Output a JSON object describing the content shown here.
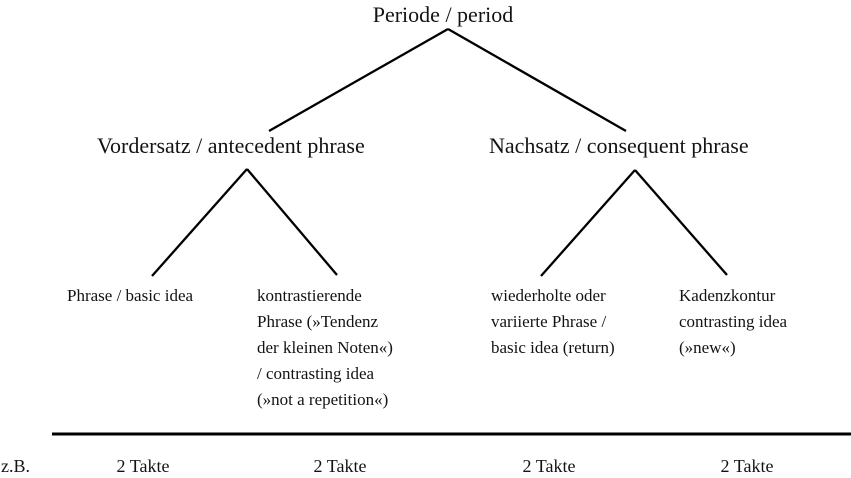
{
  "tree": {
    "root": {
      "label": "Periode / period"
    },
    "branches": [
      {
        "label": "Vordersatz / antecedent phrase",
        "children": [
          {
            "lines": [
              "Phrase / basic idea"
            ]
          },
          {
            "lines": [
              "kontrastierende",
              "Phrase (»Tendenz",
              "der kleinen Noten«)",
              "/ contrasting idea",
              "(»not a repetition«)"
            ]
          }
        ]
      },
      {
        "label": "Nachsatz / consequent phrase",
        "children": [
          {
            "lines": [
              "wiederholte oder",
              "variierte Phrase /",
              "basic idea (return)"
            ]
          },
          {
            "lines": [
              "Kadenzkontur",
              "contrasting idea",
              "(»new«)"
            ]
          }
        ]
      }
    ]
  },
  "measures_row": {
    "example_label": "z.B.",
    "labels": [
      "2 Takte",
      "2 Takte",
      "2 Takte",
      "2 Takte"
    ]
  },
  "colors": {
    "line": "#000000",
    "text": "#131313",
    "background": "#ffffff"
  }
}
